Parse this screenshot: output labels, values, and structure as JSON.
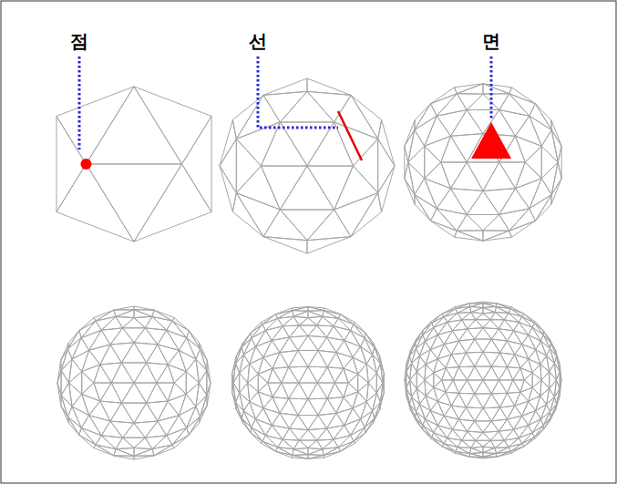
{
  "diagram": {
    "labels": [
      "점",
      "선",
      "면"
    ]
  }
}
